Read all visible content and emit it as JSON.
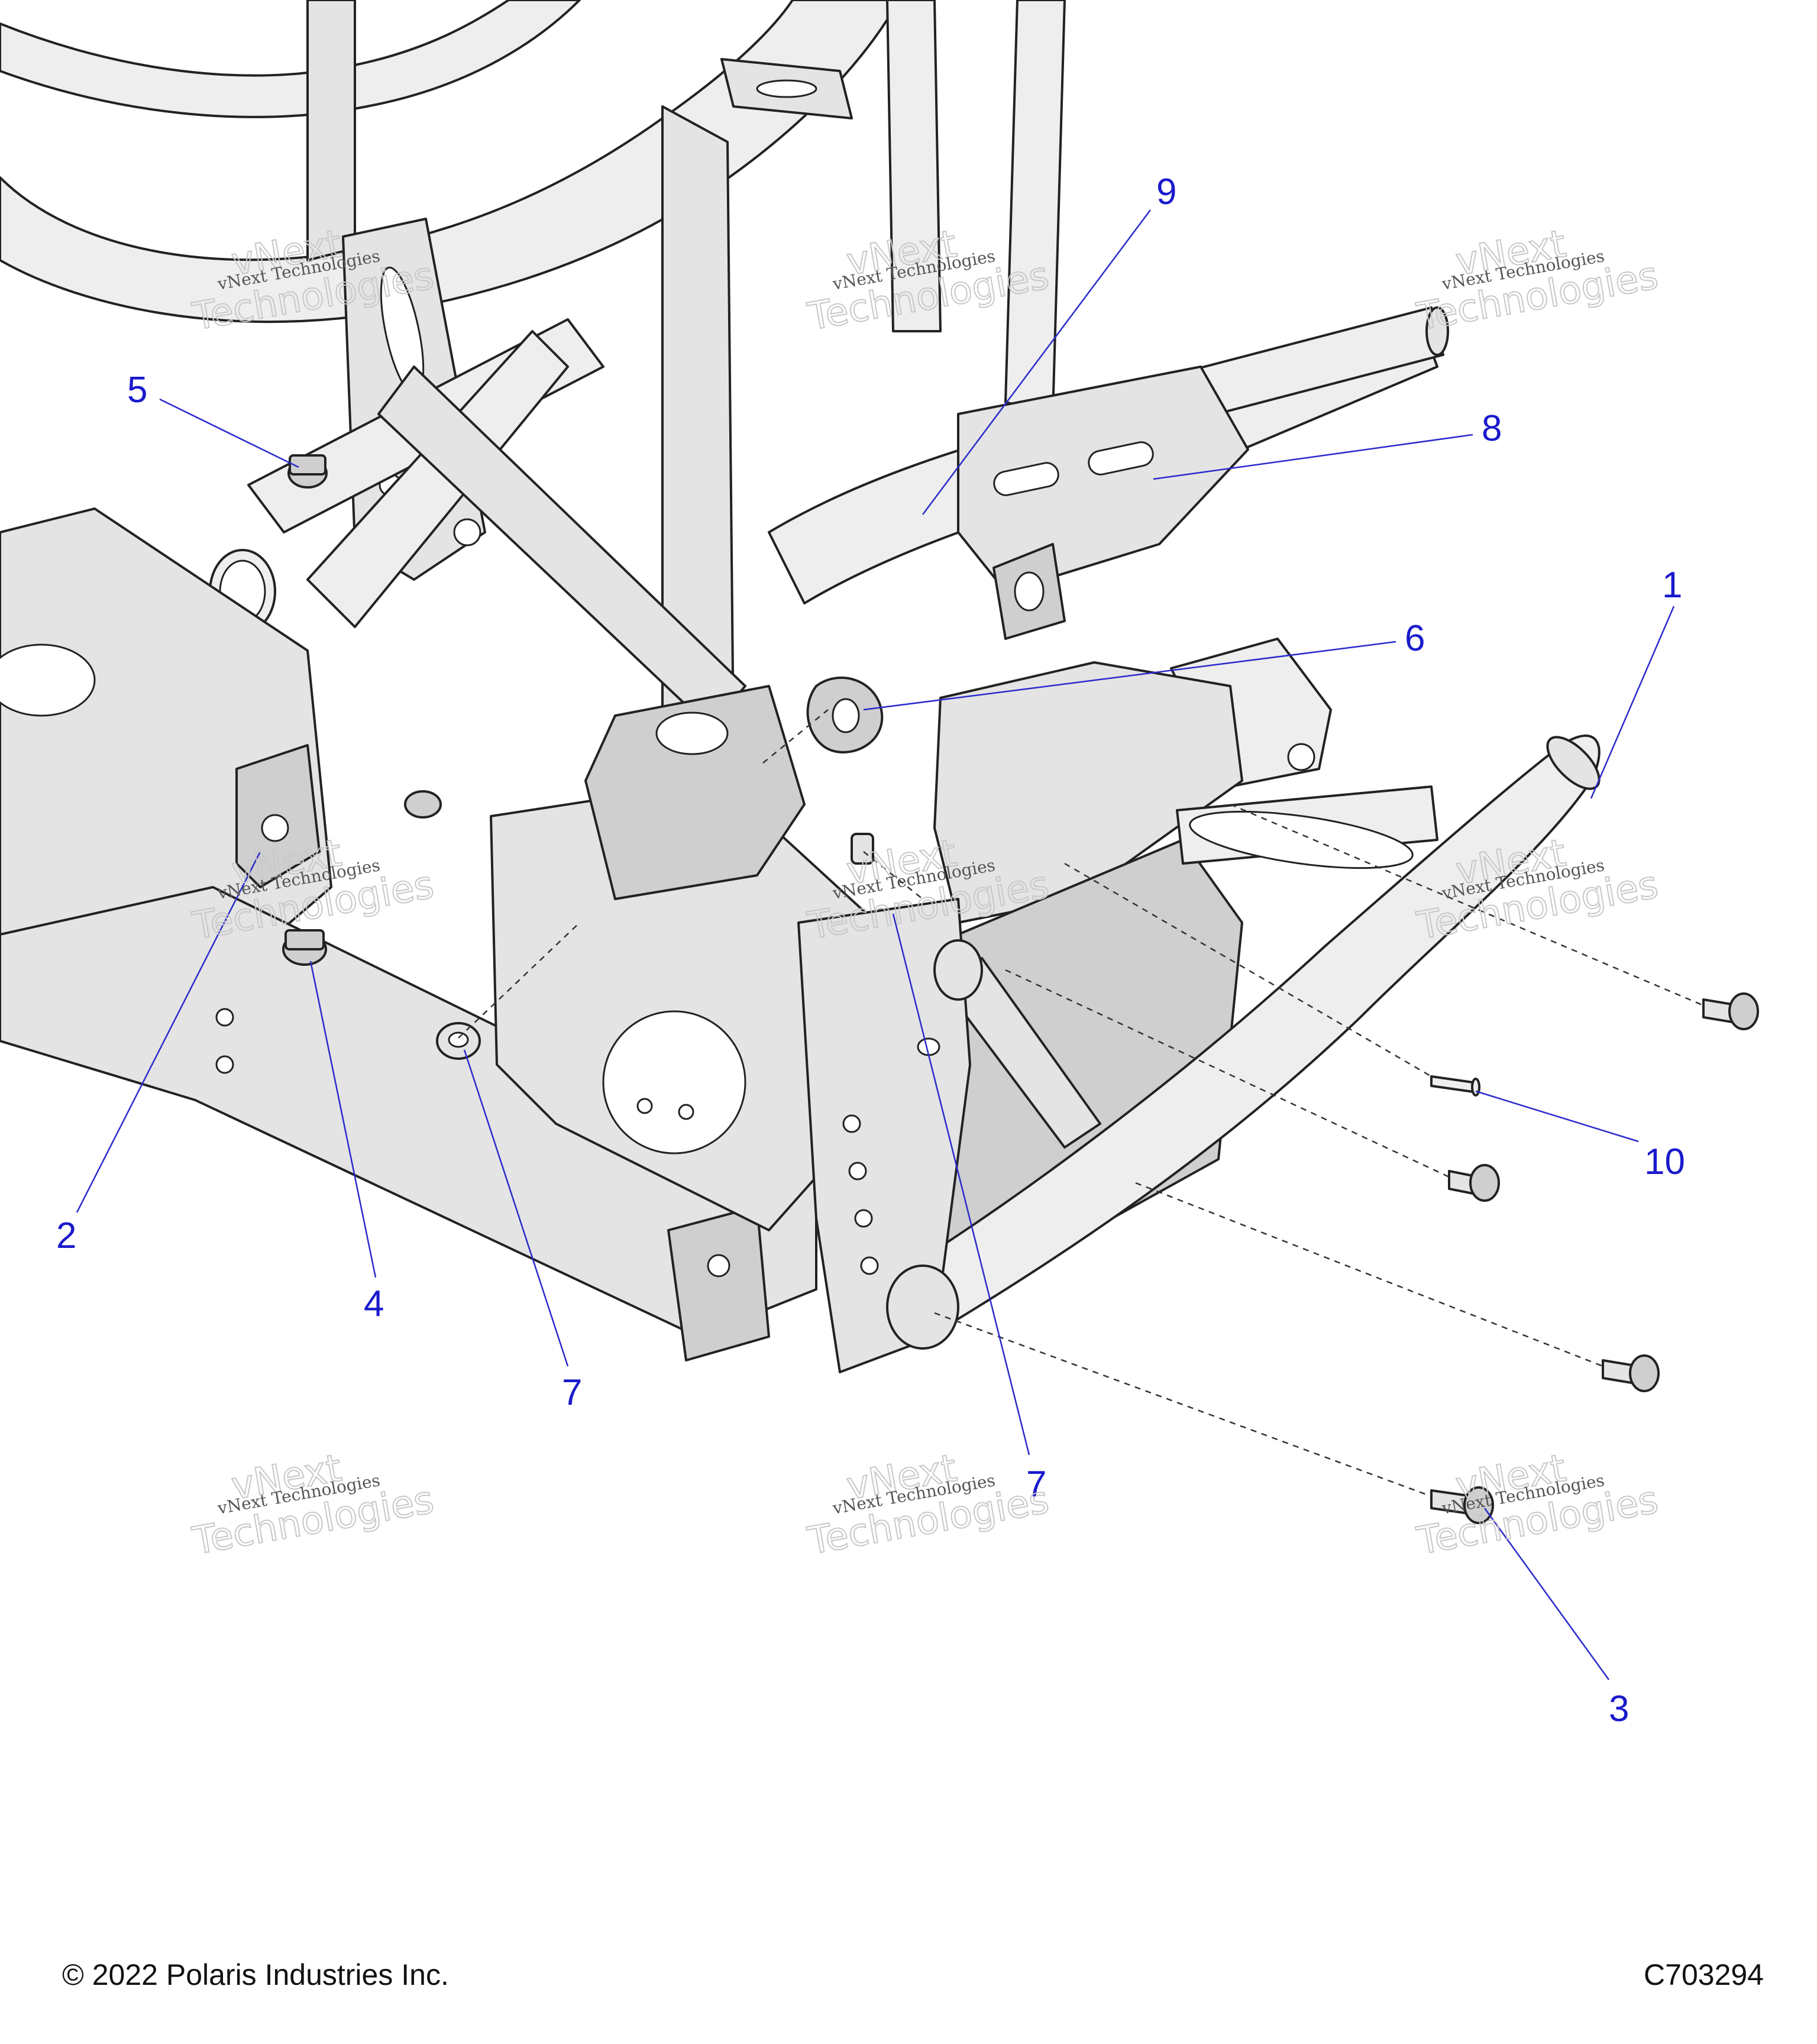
{
  "callouts": [
    {
      "id": "1",
      "text": "1"
    },
    {
      "id": "2",
      "text": "2"
    },
    {
      "id": "3",
      "text": "3"
    },
    {
      "id": "4",
      "text": "4"
    },
    {
      "id": "5",
      "text": "5"
    },
    {
      "id": "6",
      "text": "6"
    },
    {
      "id": "7a",
      "text": "7"
    },
    {
      "id": "7b",
      "text": "7"
    },
    {
      "id": "8",
      "text": "8"
    },
    {
      "id": "9",
      "text": "9"
    },
    {
      "id": "10",
      "text": "10"
    }
  ],
  "watermark": {
    "line1": "vNext Technologies",
    "big1": "vNext",
    "big2": "Technologies"
  },
  "footer": {
    "copyright": "© 2022 Polaris Industries Inc.",
    "part_number": "C703294"
  }
}
